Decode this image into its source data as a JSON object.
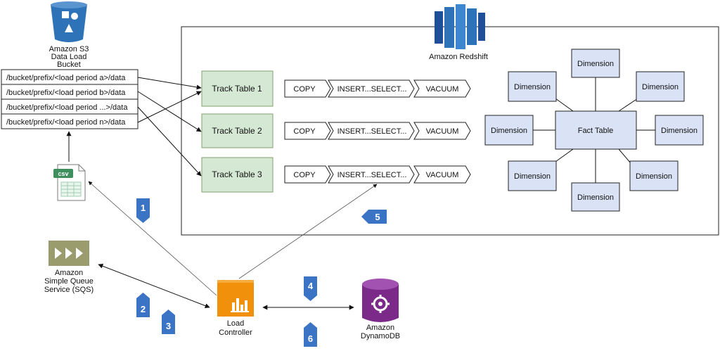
{
  "s3": {
    "line1": "Amazon S3",
    "line2": "Data Load",
    "line3": "Bucket"
  },
  "prefixes": [
    "/bucket/prefix/<load period a>/data",
    "/bucket/prefix/<load period b>/data",
    "/bucket/prefix/<load period ...>/data",
    "/bucket/prefix/<load period n>/data"
  ],
  "csv_label": "csv",
  "redshift": {
    "label": "Amazon Redshift"
  },
  "track_tables": [
    "Track Table 1",
    "Track Table 2",
    "Track Table 3"
  ],
  "pipeline": {
    "copy": "COPY",
    "insert": "INSERT...SELECT...",
    "vacuum": "VACUUM"
  },
  "schema": {
    "fact": "Fact Table",
    "dimension": "Dimension"
  },
  "sqs": {
    "line1": "Amazon",
    "line2": "Simple Queue",
    "line3": "Service (SQS)"
  },
  "load_controller": {
    "line1": "Load",
    "line2": "Controller"
  },
  "dynamodb": {
    "line1": "Amazon",
    "line2": "DynamoDB"
  },
  "steps": [
    "1",
    "2",
    "3",
    "4",
    "5",
    "6"
  ],
  "colors": {
    "s3": "#2e73b8",
    "redshift": "#2e73b8",
    "badge": "#3b74c4",
    "track": "#d5e8d4",
    "dimension": "#dae3f5",
    "controller": "#f0900b",
    "dynamodb": "#7b2a8a",
    "sqs": "#9a9c6e"
  }
}
